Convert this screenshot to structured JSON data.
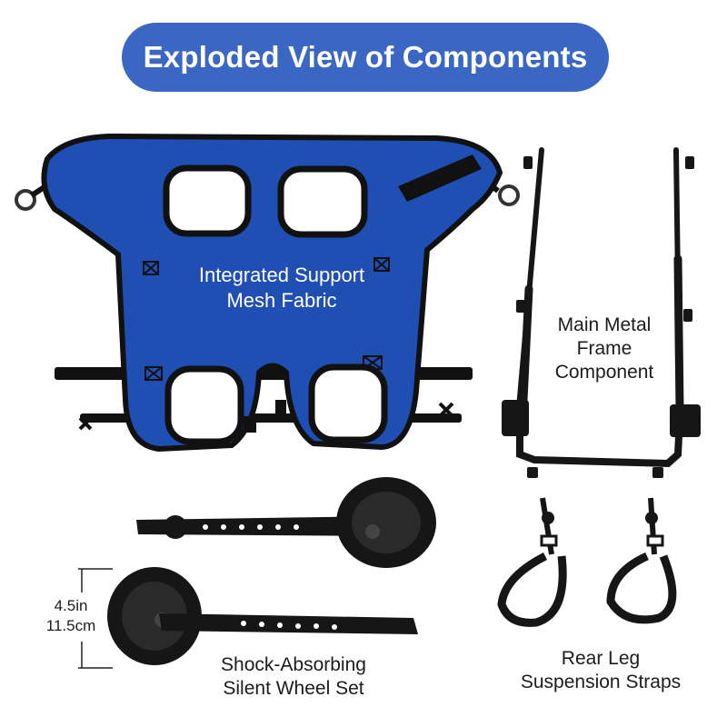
{
  "title": "Exploded View of Components",
  "colors": {
    "title_bg": "#3a66c4",
    "mesh_blue": "#1f4fb3",
    "mesh_border": "#111111",
    "metal": "#161616"
  },
  "components": {
    "mesh": {
      "line1": "Integrated Support",
      "line2": "Mesh Fabric"
    },
    "frame": {
      "line1": "Main Metal",
      "line2": "Frame",
      "line3": "Component"
    },
    "wheels": {
      "line1": "Shock-Absorbing",
      "line2": "Silent Wheel Set"
    },
    "straps": {
      "line1": "Rear Leg",
      "line2": "Suspension Straps"
    }
  },
  "dimension": {
    "imperial": "4.5in",
    "metric": "11.5cm"
  }
}
